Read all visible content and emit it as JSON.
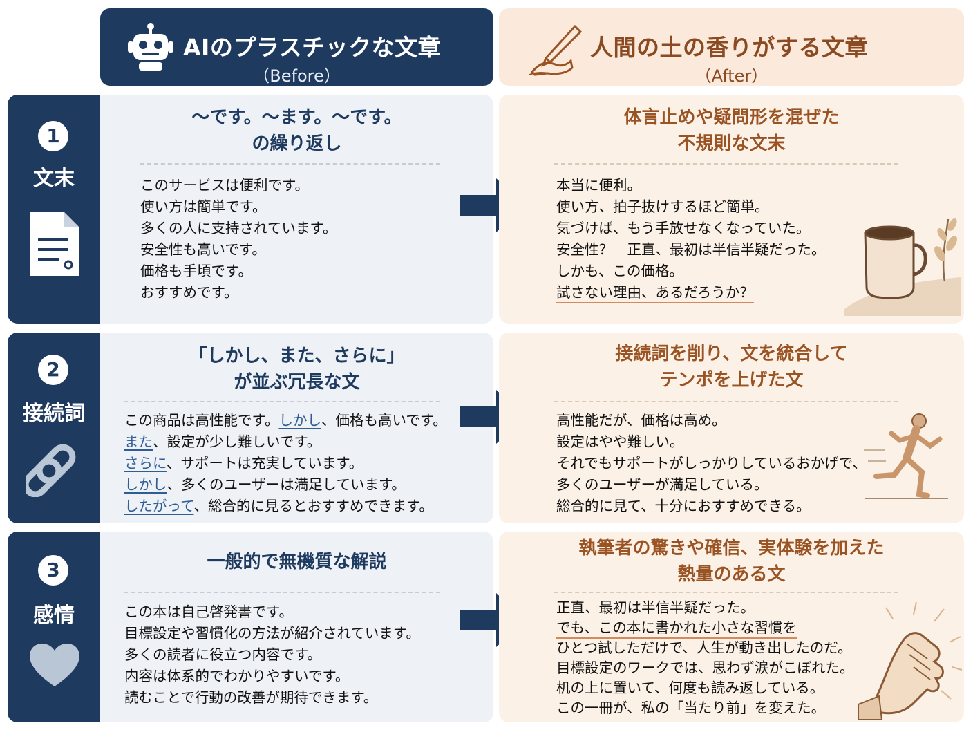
{
  "header": {
    "before_title": "AIのプラスチックな文章",
    "before_sub": "（Before）",
    "after_title": "人間の土の香りがする文章",
    "after_sub": "（After）"
  },
  "sections": [
    {
      "number": "1",
      "label": "文末",
      "icon": "document-icon",
      "before_title": [
        "〜です。〜ます。〜です。",
        "の繰り返し"
      ],
      "before_lines": [
        {
          "pre": "",
          "u": "",
          "post": "このサービスは便利です。"
        },
        {
          "pre": "",
          "u": "",
          "post": "使い方は簡単です。"
        },
        {
          "pre": "",
          "u": "",
          "post": "多くの人に支持されています。"
        },
        {
          "pre": "",
          "u": "",
          "post": "安全性も高いです。"
        },
        {
          "pre": "",
          "u": "",
          "post": "価格も手頃です。"
        },
        {
          "pre": "",
          "u": "",
          "post": "おすすめです。"
        }
      ],
      "after_title": [
        "体言止めや疑問形を混ぜた",
        "不規則な文末"
      ],
      "after_lines": [
        "本当に便利。",
        "使い方、拍子抜けするほど簡単。",
        "気づけば、もう手放せなくなっていた。",
        "安全性？　正直、最初は半信半疑だった。",
        "しかも、この価格。",
        "試さない理由、あるだろうか？"
      ],
      "after_icon": "coffee-cup-icon"
    },
    {
      "number": "2",
      "label": "接続詞",
      "icon": "link-icon",
      "before_title": [
        "「しかし、また、さらに」",
        "が並ぶ冗長な文"
      ],
      "before_lines": [
        {
          "pre": "この商品は高性能です。",
          "u": "しかし",
          "post": "、価格も高いです。"
        },
        {
          "pre": "",
          "u": "また",
          "post": "、設定が少し難しいです。"
        },
        {
          "pre": "",
          "u": "さらに",
          "post": "、サポートは充実しています。"
        },
        {
          "pre": "",
          "u": "しかし",
          "post": "、多くのユーザーは満足しています。"
        },
        {
          "pre": "",
          "u": "したがって",
          "post": "、総合的に見るとおすすめできます。"
        }
      ],
      "after_title": [
        "接続詞を削り、文を統合して",
        "テンポを上げた文"
      ],
      "after_lines": [
        "高性能だが、価格は高め。",
        "設定はやや難しい。",
        "それでもサポートがしっかりしているおかげで、",
        "多くのユーザーが満足している。",
        "総合的に見て、十分におすすめできる。"
      ],
      "after_icon": "runner-icon"
    },
    {
      "number": "3",
      "label": "感情",
      "icon": "heart-icon",
      "before_title": [
        "一般的で無機質な解説"
      ],
      "before_lines": [
        {
          "pre": "",
          "u": "",
          "post": "この本は自己啓発書です。"
        },
        {
          "pre": "",
          "u": "",
          "post": "目標設定や習慣化の方法が紹介されています。"
        },
        {
          "pre": "",
          "u": "",
          "post": "多くの読者に役立つ内容です。"
        },
        {
          "pre": "",
          "u": "",
          "post": "内容は体系的でわかりやすいです。"
        },
        {
          "pre": "",
          "u": "",
          "post": "読むことで行動の改善が期待できます。"
        }
      ],
      "after_title": [
        "執筆者の驚きや確信、実体験を加えた",
        "熱量のある文"
      ],
      "after_lines": [
        "正直、最初は半信半疑だった。",
        "でも、この本に書かれた小さな習慣を",
        "ひとつ試しただけで、人生が動き出したのだ。",
        "目標設定のワークでは、思わず涙がこぼれた。",
        "机の上に置いて、何度も読み返している。",
        "この一冊が、私の「当たり前」を変えた。"
      ],
      "after_icon": "hand-on-heart-icon"
    }
  ]
}
